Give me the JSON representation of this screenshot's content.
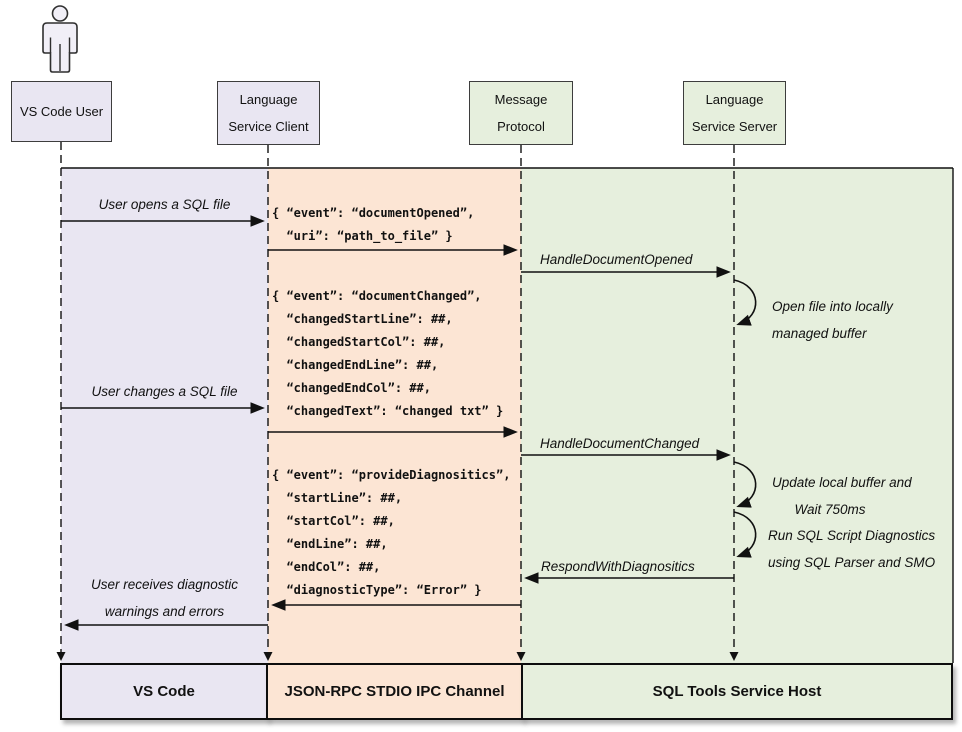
{
  "actors": [
    {
      "label": "VS Code User"
    },
    {
      "line1": "Language",
      "line2": "Service Client"
    },
    {
      "line1": "Message",
      "line2": "Protocol"
    },
    {
      "line1": "Language",
      "line2": "Service Server"
    }
  ],
  "lanes": [
    {
      "label": "VS Code"
    },
    {
      "label": "JSON-RPC STDIO IPC Channel"
    },
    {
      "label": "SQL Tools Service Host"
    }
  ],
  "messages": {
    "user_opens": "User opens a SQL file",
    "doc_opened": "{ “event”: “documentOpened”,\n  “uri”: “path_to_file” }",
    "handle_opened": "HandleDocumentOpened",
    "user_changes": "User changes a SQL file",
    "doc_changed": "{ “event”: “documentChanged”,\n  “changedStartLine”: ##,\n  “changedStartCol”: ##,\n  “changedEndLine”: ##,\n  “changedEndCol”: ##,\n  “changedText”: “changed txt” }",
    "handle_changed": "HandleDocumentChanged",
    "respond": "RespondWithDiagnositics",
    "provide_diag": "{ “event”: “provideDiagnositics”,\n  “startLine”: ##,\n  “startCol”: ##,\n  “endLine”: ##,\n  “endCol”: ##,\n  “diagnosticType”: “Error” }",
    "user_receives": "User receives diagnostic\nwarnings and errors"
  },
  "notes": {
    "open_file": "Open file into locally\nmanaged buffer",
    "update_buffer": "Update local buffer and\n      Wait 750ms",
    "run_diagnostics": "Run SQL Script Diagnostics\nusing SQL Parser and SMO"
  },
  "colors": {
    "lavender": "#e9e6f2",
    "peach": "#fce5d4",
    "green": "#e6efdd",
    "line": "#1a1a1a"
  }
}
